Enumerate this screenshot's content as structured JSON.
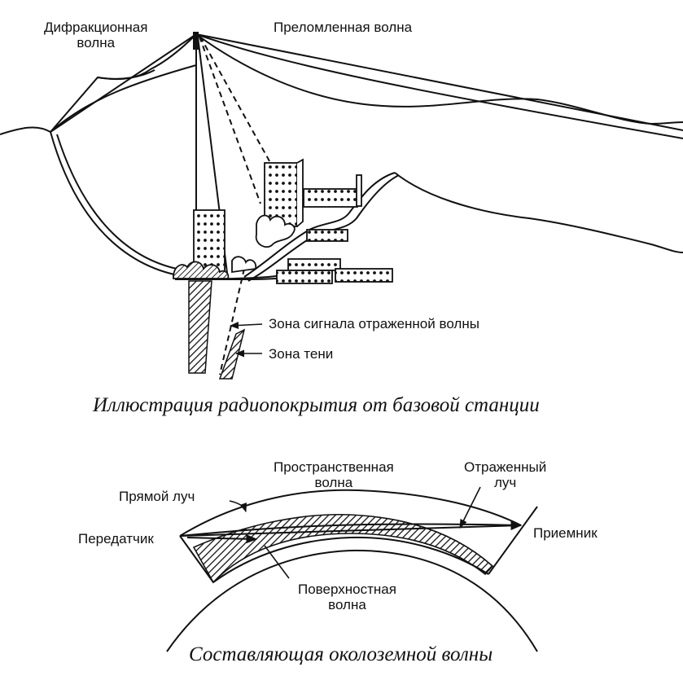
{
  "top_figure": {
    "labels": {
      "diffraction_wave": [
        "Дифракционная",
        "волна"
      ],
      "refracted_wave": "Преломленная волна",
      "reflected_zone": "Зона сигнала отраженной волны",
      "shadow_zone": "Зона тени"
    },
    "caption": "Иллюстрация радиопокрытия от базовой станции"
  },
  "bottom_figure": {
    "labels": {
      "space_wave": [
        "Пространственная",
        "волна"
      ],
      "reflected_ray": [
        "Отраженный",
        "луч"
      ],
      "direct_ray": "Прямой луч",
      "transmitter": "Передатчик",
      "receiver": "Приемник",
      "surface_wave": [
        "Поверхностная",
        "волна"
      ]
    },
    "caption": "Составляющая околоземной волны"
  }
}
